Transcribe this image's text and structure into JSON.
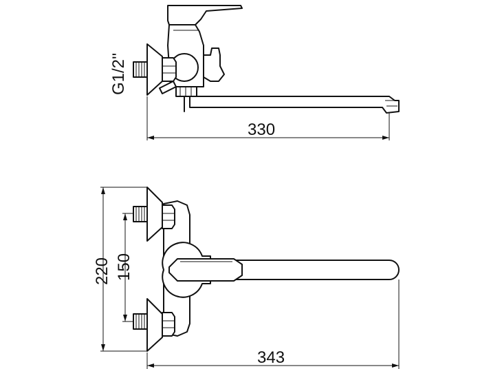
{
  "labels": {
    "thread_size": "G1/2''",
    "side_length": "330",
    "front_length": "343",
    "overall_height": "220",
    "inlet_spacing": "150"
  }
}
